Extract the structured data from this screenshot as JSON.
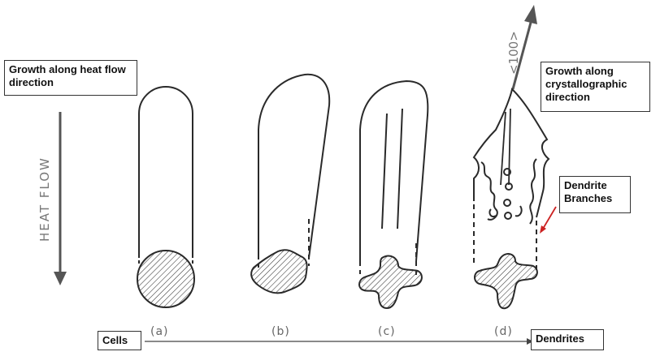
{
  "callouts": {
    "heat_flow_growth": "Growth along heat flow direction",
    "crystallographic_growth": "Growth along crystallographic direction",
    "dendrite_branches": "Dendrite Branches",
    "cells": "Cells",
    "dendrites": "Dendrites"
  },
  "axis_labels": {
    "heat_flow": "HEAT FLOW",
    "direction_100": "<100>"
  },
  "panel_labels": [
    "(a)",
    "(b)",
    "(c)",
    "(d)"
  ],
  "colors": {
    "line": "#2a2a2a",
    "arrow": "#555555",
    "red_arrow": "#cc2222",
    "text_gray": "#666666"
  }
}
